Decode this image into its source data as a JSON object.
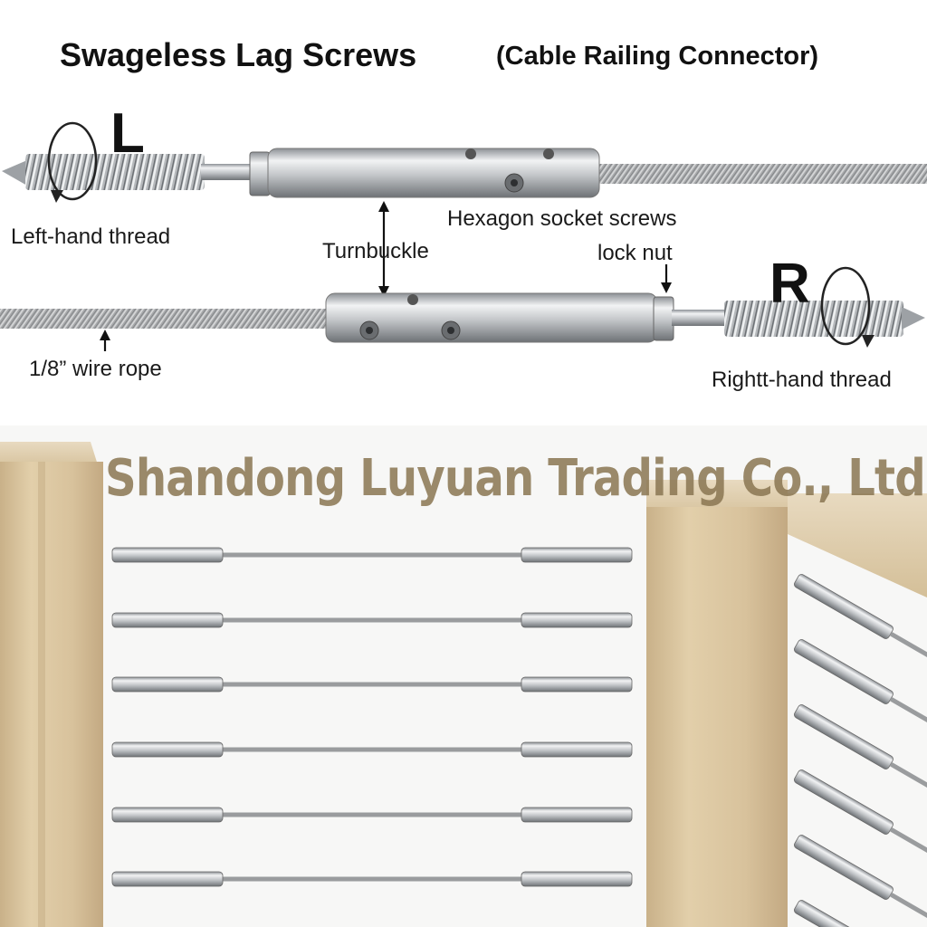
{
  "title": {
    "main": "Swageless Lag Screws",
    "sub": "(Cable Railing Connector)"
  },
  "labels": {
    "left_letter": "L",
    "right_letter": "R",
    "left_thread": "Left-hand thread",
    "right_thread": "Rightt-hand thread",
    "hex_screws": "Hexagon socket screws",
    "turnbuckle": "Turnbuckle",
    "lock_nut": "lock nut",
    "wire_rope": "1/8” wire rope"
  },
  "watermark": "Shandong Luyuan Trading Co., Ltd.",
  "colors": {
    "wood": "#dcc7a1",
    "steel": "#c9cccf",
    "cable": "#9a9c9e",
    "watermark": "#8a7652"
  }
}
